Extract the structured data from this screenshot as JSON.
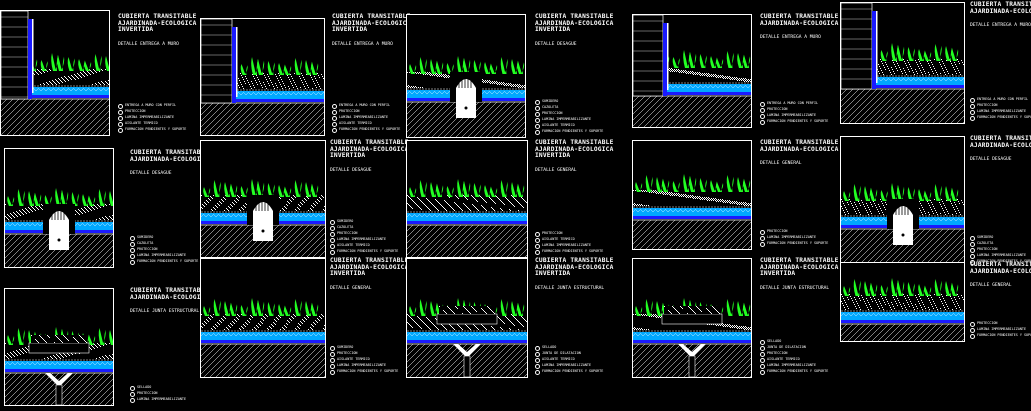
{
  "panels": [
    {
      "title": [
        "CUBIERTA TRANSITABLE",
        "AJARDINADA-ECOLOGICA",
        "INVERTIDA"
      ],
      "subtitle": "DETALLE ENTREGA A MURO",
      "legend": [
        "ENTREGA A MURO CON PERFIL",
        "PROTECCION",
        "LAMINA IMPERMEABILIZANTE",
        "AISLANTE TERMICO",
        "FORMACION PENDIENTES Y SOPORTE"
      ]
    },
    {
      "title": [
        "CUBIERTA TRANSITABLE",
        "AJARDINADA-ECOLOGICA",
        "INVERTIDA"
      ],
      "subtitle": "DETALLE ENTREGA A MURO",
      "legend": [
        "ENTREGA A MURO CON PERFIL",
        "PROTECCION",
        "LAMINA IMPERMEABILIZANTE",
        "AISLANTE TERMICO",
        "FORMACION PENDIENTES Y SOPORTE"
      ]
    },
    {
      "title": [
        "CUBIERTA TRANSITABLE",
        "AJARDINADA-ECOLOGICA",
        "INVERTIDA"
      ],
      "subtitle": "DETALLE DESAGUE",
      "legend": [
        "SUMIDERO",
        "CAZOLETA",
        "PROTECCION",
        "LAMINA IMPERMEABILIZANTE",
        "AISLANTE TERMICO",
        "FORMACION PENDIENTES Y SOPORTE"
      ]
    },
    {
      "title": [
        "CUBIERTA TRANSITABLE",
        "AJARDINADA-ECOLOGICA"
      ],
      "subtitle": "DETALLE ENTREGA A MURO",
      "legend": [
        "ENTREGA A MURO CON PERFIL",
        "PROTECCION",
        "LAMINA IMPERMEABILIZANTE",
        "FORMACION PENDIENTES Y SOPORTE"
      ]
    },
    {
      "title": [
        "CUBIERTA TRANSITABLE",
        "AJARDINADA-ECOLOGICA"
      ],
      "subtitle": "DETALLE ENTREGA A MURO",
      "legend": [
        "ENTREGA A MURO CON PERFIL",
        "PROTECCION",
        "LAMINA IMPERMEABILIZANTE",
        "FORMACION PENDIENTES Y SOPORTE"
      ]
    },
    {
      "title": [
        "CUBIERTA TRANSITABLE",
        "AJARDINADA-ECOLOGICA"
      ],
      "subtitle": "DETALLE DESAGUE",
      "legend": [
        "SUMIDERO",
        "CAZOLETA",
        "PROTECCION",
        "LAMINA IMPERMEABILIZANTE",
        "FORMACION PENDIENTES Y SOPORTE"
      ]
    },
    {
      "title": [
        "CUBIERTA TRANSITABLE",
        "AJARDINADA-ECOLOGICA",
        "INVERTIDA"
      ],
      "subtitle": "DETALLE DESAGUE",
      "legend": [
        "SUMIDERO",
        "CAZOLETA",
        "PROTECCION",
        "LAMINA IMPERMEABILIZANTE",
        "AISLANTE TERMICO",
        "FORMACION PENDIENTES Y SOPORTE"
      ]
    },
    {
      "title": [
        "CUBIERTA TRANSITABLE",
        "AJARDINADA-ECOLOGICA",
        "INVERTIDA"
      ],
      "subtitle": "DETALLE GENERAL",
      "legend": [
        "PROTECCION",
        "AISLANTE TERMICO",
        "LAMINA IMPERMEABILIZANTE",
        "FORMACION PENDIENTES Y SOPORTE"
      ]
    },
    {
      "title": [
        "CUBIERTA TRANSITABLE",
        "AJARDINADA-ECOLOGICA"
      ],
      "subtitle": "DETALLE GENERAL",
      "legend": [
        "PROTECCION",
        "LAMINA IMPERMEABILIZANTE",
        "FORMACION PENDIENTES Y SOPORTE"
      ]
    },
    {
      "title": [
        "CUBIERTA TRANSITABLE",
        "AJARDINADA-ECOLOGICA"
      ],
      "subtitle": "DETALLE DESAGUE",
      "legend": [
        "SUMIDERO",
        "CAZOLETA",
        "PROTECCION",
        "LAMINA IMPERMEABILIZANTE",
        "FORMACION PENDIENTES Y SOPORTE"
      ]
    },
    {
      "title": [
        "CUBIERTA TRANSITABLE",
        "AJARDINADA-ECOLOGICA"
      ],
      "subtitle": "DETALLE JUNTA ESTRUCTURAL",
      "legend": [
        "SELLADO",
        "PROTECCION",
        "LAMINA IMPERMEABILIZANTE"
      ]
    },
    {
      "title": [
        "CUBIERTA TRANSITABLE",
        "AJARDINADA-ECOLOGICA",
        "INVERTIDA"
      ],
      "subtitle": "DETALLE GENERAL",
      "legend": [
        "SUMIDERO",
        "PROTECCION",
        "AISLANTE TERMICO",
        "LAMINA IMPERMEABILIZANTE",
        "FORMACION PENDIENTES Y SOPORTE"
      ]
    },
    {
      "title": [
        "CUBIERTA TRANSITABLE",
        "AJARDINADA-ECOLOGICA",
        "INVERTIDA"
      ],
      "subtitle": "DETALLE JUNTA ESTRUCTURAL",
      "legend": [
        "SELLADO",
        "JUNTA DE DILATACION",
        "AISLANTE TERMICO",
        "LAMINA IMPERMEABILIZANTE",
        "FORMACION PENDIENTES Y SOPORTE"
      ]
    },
    {
      "title": [
        "CUBIERTA TRANSITABLE",
        "AJARDINADA-ECOLOGICA",
        "INVERTIDA"
      ],
      "subtitle": "DETALLE JUNTA ESTRUCTURAL",
      "legend": [
        "SELLADO",
        "JUNTA DE DILATACION",
        "PROTECCION",
        "AISLANTE TERMICO",
        "LAMINA IMPERMEABILIZANTE",
        "FORMACION PENDIENTES Y SOPORTE"
      ]
    },
    {
      "title": [
        "CUBIERTA TRANSITABLE",
        "AJARDINADA-ECOLOGICA"
      ],
      "subtitle": "DETALLE GENERAL",
      "legend": [
        "PROTECCION",
        "LAMINA IMPERMEABILIZANTE",
        "FORMACION PENDIENTES Y SOPORTE"
      ]
    }
  ],
  "colors": {
    "background": "#000000",
    "line": "#ffffff",
    "vegetation": "#22ff22",
    "membrane": "#1a1aff",
    "insulation": "#00a8ff"
  }
}
